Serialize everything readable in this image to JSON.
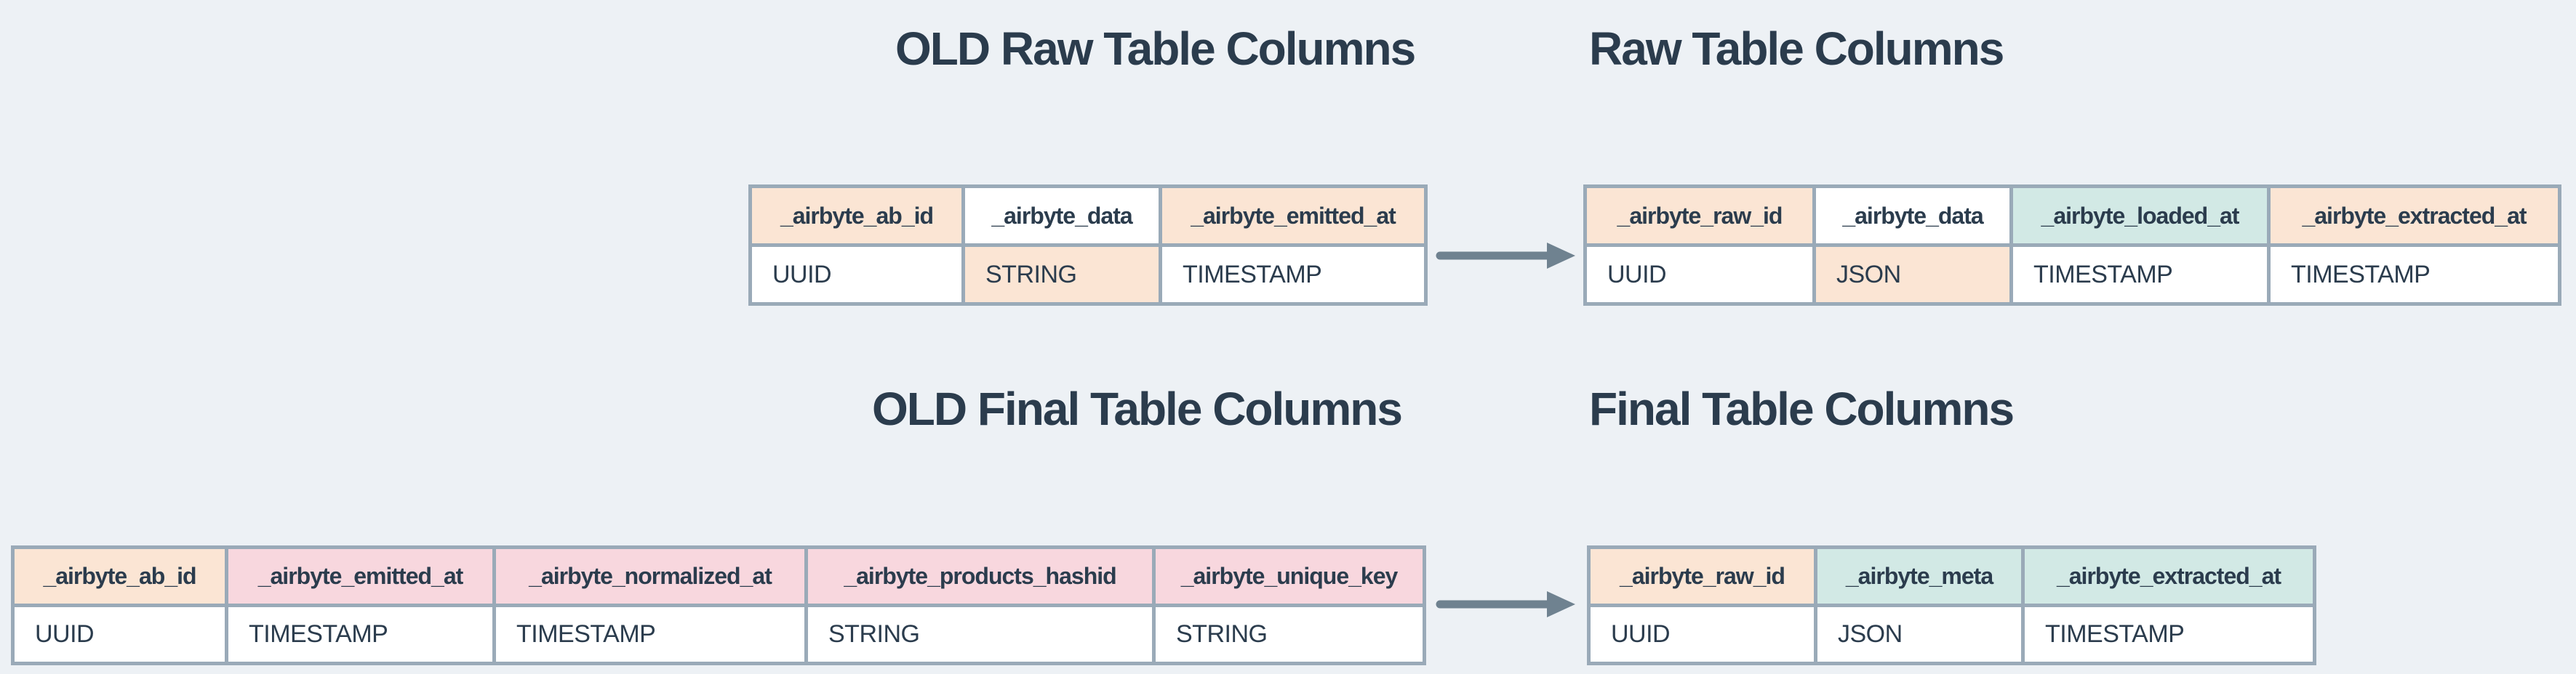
{
  "palette": {
    "background": "#edf1f5",
    "border": "#9aaab8",
    "text": "#2b3c4d",
    "arrow": "#6f8290",
    "peach": "#fbe5d4",
    "pink": "#f8d7de",
    "teal": "#d2e9e5",
    "white": "#ffffff"
  },
  "titles": {
    "old_raw": "OLD Raw Table Columns",
    "raw": "Raw Table Columns",
    "old_final": "OLD Final Table Columns",
    "final": "Final Table Columns"
  },
  "icons": {
    "arrow": "right-arrow"
  },
  "tables": {
    "old_raw": {
      "columns": [
        {
          "header": "_airbyte_ab_id",
          "type": "UUID",
          "header_bg": "peach",
          "type_bg": "white"
        },
        {
          "header": "_airbyte_data",
          "type": "STRING",
          "header_bg": "white",
          "type_bg": "peach"
        },
        {
          "header": "_airbyte_emitted_at",
          "type": "TIMESTAMP",
          "header_bg": "peach",
          "type_bg": "white"
        }
      ]
    },
    "raw": {
      "columns": [
        {
          "header": "_airbyte_raw_id",
          "type": "UUID",
          "header_bg": "peach",
          "type_bg": "white"
        },
        {
          "header": "_airbyte_data",
          "type": "JSON",
          "header_bg": "white",
          "type_bg": "peach"
        },
        {
          "header": "_airbyte_loaded_at",
          "type": "TIMESTAMP",
          "header_bg": "teal",
          "type_bg": "white"
        },
        {
          "header": "_airbyte_extracted_at",
          "type": "TIMESTAMP",
          "header_bg": "peach",
          "type_bg": "white"
        }
      ]
    },
    "old_final": {
      "columns": [
        {
          "header": "_airbyte_ab_id",
          "type": "UUID",
          "header_bg": "peach",
          "type_bg": "white"
        },
        {
          "header": "_airbyte_emitted_at",
          "type": "TIMESTAMP",
          "header_bg": "pink",
          "type_bg": "white"
        },
        {
          "header": "_airbyte_normalized_at",
          "type": "TIMESTAMP",
          "header_bg": "pink",
          "type_bg": "white"
        },
        {
          "header": "_airbyte_products_hashid",
          "type": "STRING",
          "header_bg": "pink",
          "type_bg": "white"
        },
        {
          "header": "_airbyte_unique_key",
          "type": "STRING",
          "header_bg": "pink",
          "type_bg": "white"
        }
      ]
    },
    "final": {
      "columns": [
        {
          "header": "_airbyte_raw_id",
          "type": "UUID",
          "header_bg": "peach",
          "type_bg": "white"
        },
        {
          "header": "_airbyte_meta",
          "type": "JSON",
          "header_bg": "teal",
          "type_bg": "white"
        },
        {
          "header": "_airbyte_extracted_at",
          "type": "TIMESTAMP",
          "header_bg": "teal",
          "type_bg": "white"
        }
      ]
    }
  }
}
